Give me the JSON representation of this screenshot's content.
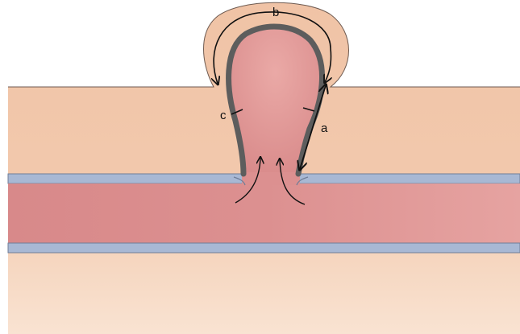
{
  "labels": {
    "a": "a",
    "b": "b",
    "c": "c"
  },
  "colors": {
    "background": "#ffffff",
    "outer_tissue": "#f2c7aa",
    "outer_tissue_light": "#f8dcc7",
    "vessel_lumen": "#d98a88",
    "vessel_lumen_light": "#e6a6a3",
    "vessel_wall": "#a8b8d4",
    "vessel_wall_edge": "#6f7e98",
    "aneurysm_wall": "#5d5d5d",
    "bulge_fill": "#f5d4bc",
    "arrow": "#111111"
  },
  "icons": {
    "blood_flow": "curved-arrow-icon",
    "dimension": "double-headed-arrow-icon"
  }
}
